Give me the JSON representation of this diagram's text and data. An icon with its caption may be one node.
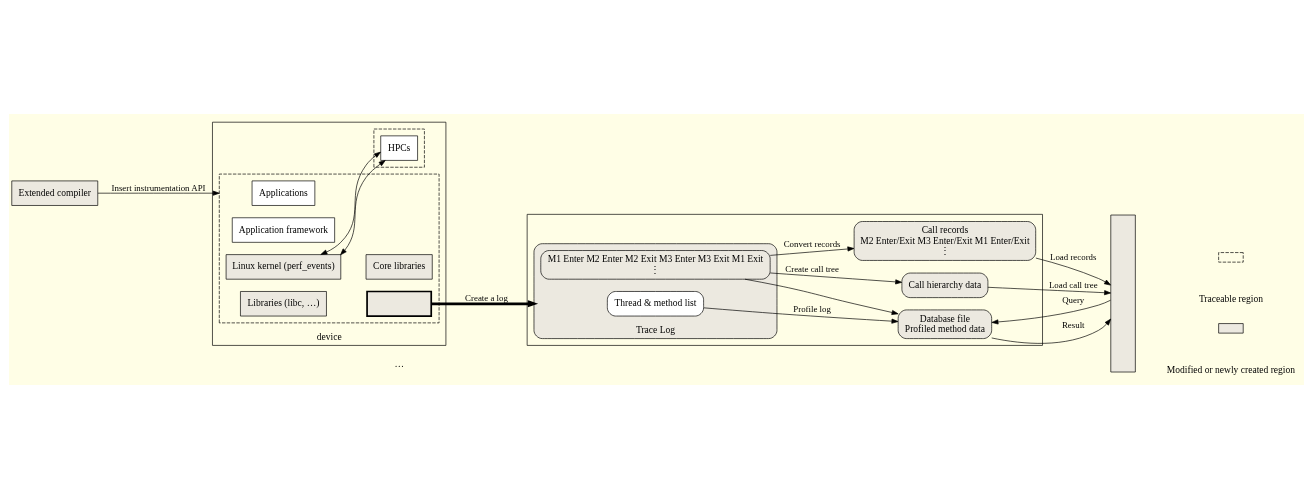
{
  "diagram": {
    "nodes": [
      {
        "text": [
          "Extended compiler"
        ]
      },
      {
        "text": [
          "device"
        ]
      },
      {
        "text": [],
        "shape": "box",
        "in": 1
      },
      {
        "text": [
          "Applications"
        ],
        "in": 2
      },
      {
        "text": [
          "Application framework"
        ],
        "in": 2
      },
      {
        "text": [
          "Libraries (libc, …)"
        ],
        "in": 2
      },
      {
        "text": [],
        "shape": "box",
        "in": 2
      },
      {
        "text": [
          "Core libraries"
        ],
        "in": 2
      },
      {
        "text": [
          "Linux kernel (perf_events)"
        ],
        "in": 2
      },
      {
        "text": [],
        "shape": "box",
        "in": 1
      },
      {
        "text": [
          "HPCs"
        ],
        "in": 9
      },
      {
        "text": [],
        "shape": "box"
      },
      {
        "text": [
          "Trace Log"
        ],
        "in": 11
      },
      {
        "text": [
          "Thread & method list"
        ],
        "in": 12
      },
      {
        "text": [
          "M1 Enter M2 Enter M2 Exit M3 Enter M3 Exit M1 Exit",
          "⋮"
        ],
        "in": 12
      },
      {
        "text": [
          "Database file",
          "Profiled method data"
        ],
        "in": 11
      },
      {
        "text": [
          "Call records",
          "M2 Enter/Exit M3 Enter/Exit M1 Enter/Exit",
          "⋮"
        ],
        "in": 11
      },
      {
        "text": [
          "Call hierarchy data"
        ],
        "in": 11
      },
      {
        "text": [],
        "shape": "box"
      }
    ],
    "edges": [
      {
        "from": 0,
        "to": 2,
        "arrow": "to",
        "label": "Insert instrumentation API"
      },
      {
        "from": 8,
        "to": 10,
        "arrow": "both"
      },
      {
        "from": 8,
        "to": 10,
        "arrow": "both"
      },
      {
        "from": 6,
        "to": 12,
        "arrow": "to",
        "label": "Create a log",
        "style": "thick"
      },
      {
        "from": 13,
        "to": 15,
        "arrow": "to",
        "label": "Profile log"
      },
      {
        "from": 14,
        "to": 15,
        "arrow": "to"
      },
      {
        "from": 14,
        "to": 16,
        "arrow": "to",
        "label": "Convert records"
      },
      {
        "from": 14,
        "to": 17,
        "arrow": "to",
        "label": "Create call tree"
      },
      {
        "from": 15,
        "to": 18,
        "arrow": "to",
        "label": "Result"
      },
      {
        "from": 18,
        "to": 15,
        "arrow": "to",
        "label": "Query"
      },
      {
        "from": 16,
        "to": 18,
        "arrow": "to",
        "label": "Load records"
      },
      {
        "from": 17,
        "to": 18,
        "arrow": "to",
        "label": "Load call tree"
      }
    ],
    "labels": [
      "…"
    ],
    "legend": [
      {
        "text": "Traceable region"
      },
      {
        "text": "Modified or newly created region",
        "color": "#ece9e0"
      }
    ]
  }
}
